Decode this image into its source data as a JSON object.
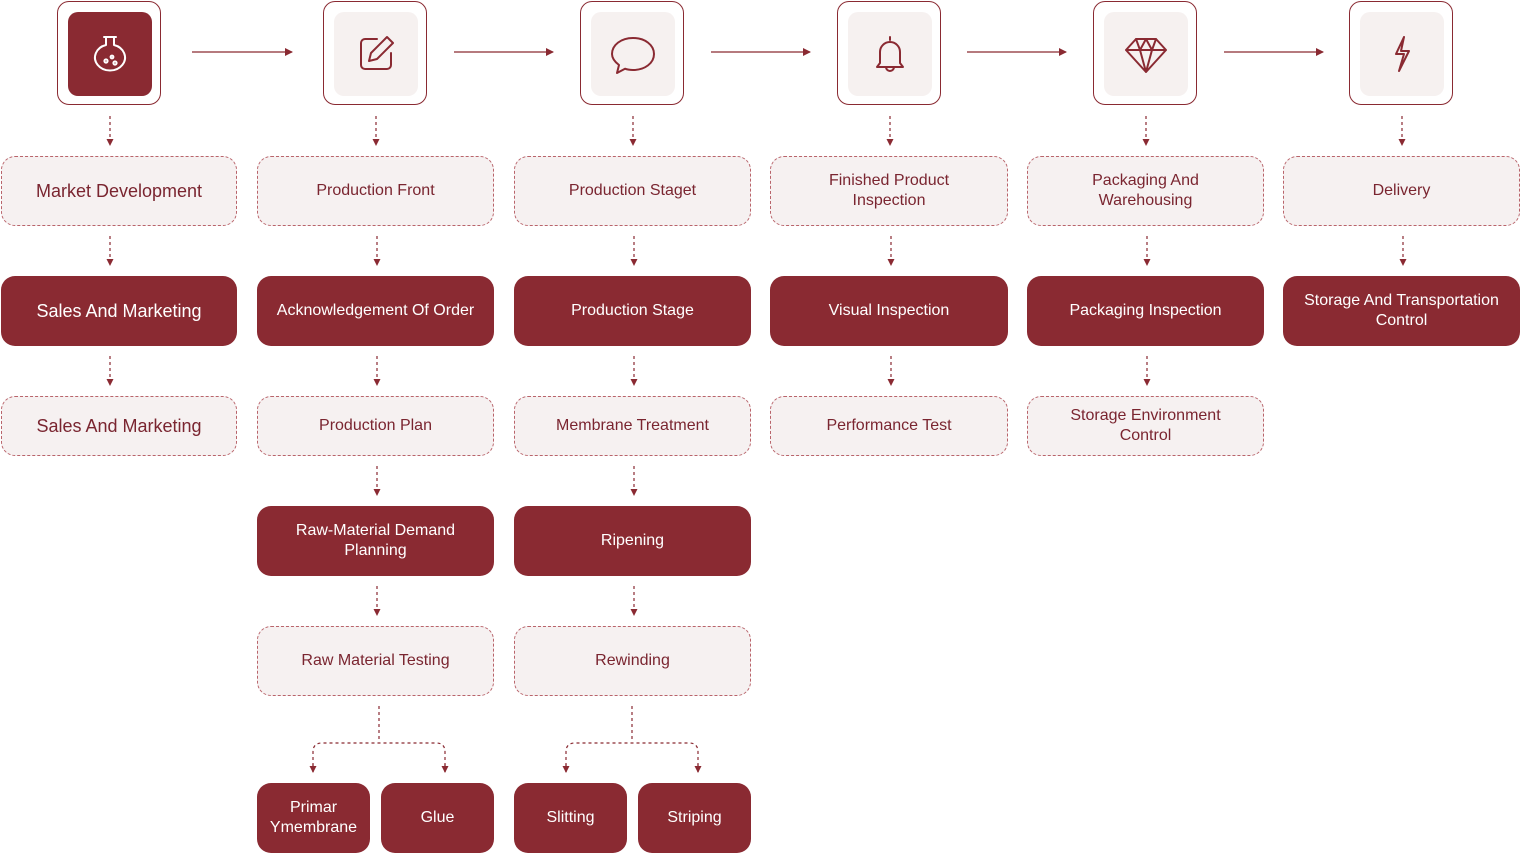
{
  "colors": {
    "primary": "#8a2a32",
    "dashed_border": "#b9646b",
    "dashed_fill": "#f6f1f1",
    "icon_fill": "#f6f1f0"
  },
  "steps": [
    {
      "icon": "flask-icon",
      "active": true,
      "label": "Market Development"
    },
    {
      "icon": "edit-icon",
      "active": false,
      "label": "Production Front"
    },
    {
      "icon": "chat-bubble-icon",
      "active": false,
      "label": "Production Staget"
    },
    {
      "icon": "bell-icon",
      "active": false,
      "label": "Finished Product Inspection"
    },
    {
      "icon": "diamond-icon",
      "active": false,
      "label": "Packaging And Warehousing"
    },
    {
      "icon": "lightning-icon",
      "active": false,
      "label": "Delivery"
    }
  ],
  "col1": {
    "row2": "Sales And Marketing",
    "row3": "Sales And Marketing"
  },
  "col2": {
    "row2": "Acknowledgement Of Order",
    "row3": "Production Plan",
    "row4": "Raw-Material Demand Planning",
    "row5": "Raw Material Testing",
    "leaf_a": "Primar Ymembrane",
    "leaf_b": "Glue"
  },
  "col3": {
    "row2": "Production Stage",
    "row3": "Membrane Treatment",
    "row4": "Ripening",
    "row5": "Rewinding",
    "leaf_a": "Slitting",
    "leaf_b": "Striping"
  },
  "col4": {
    "row2": "Visual Inspection",
    "row3": "Performance Test"
  },
  "col5": {
    "row2": "Packaging Inspection",
    "row3": "Storage Environment Control"
  },
  "col6": {
    "row2": "Storage And Transportation Control"
  }
}
